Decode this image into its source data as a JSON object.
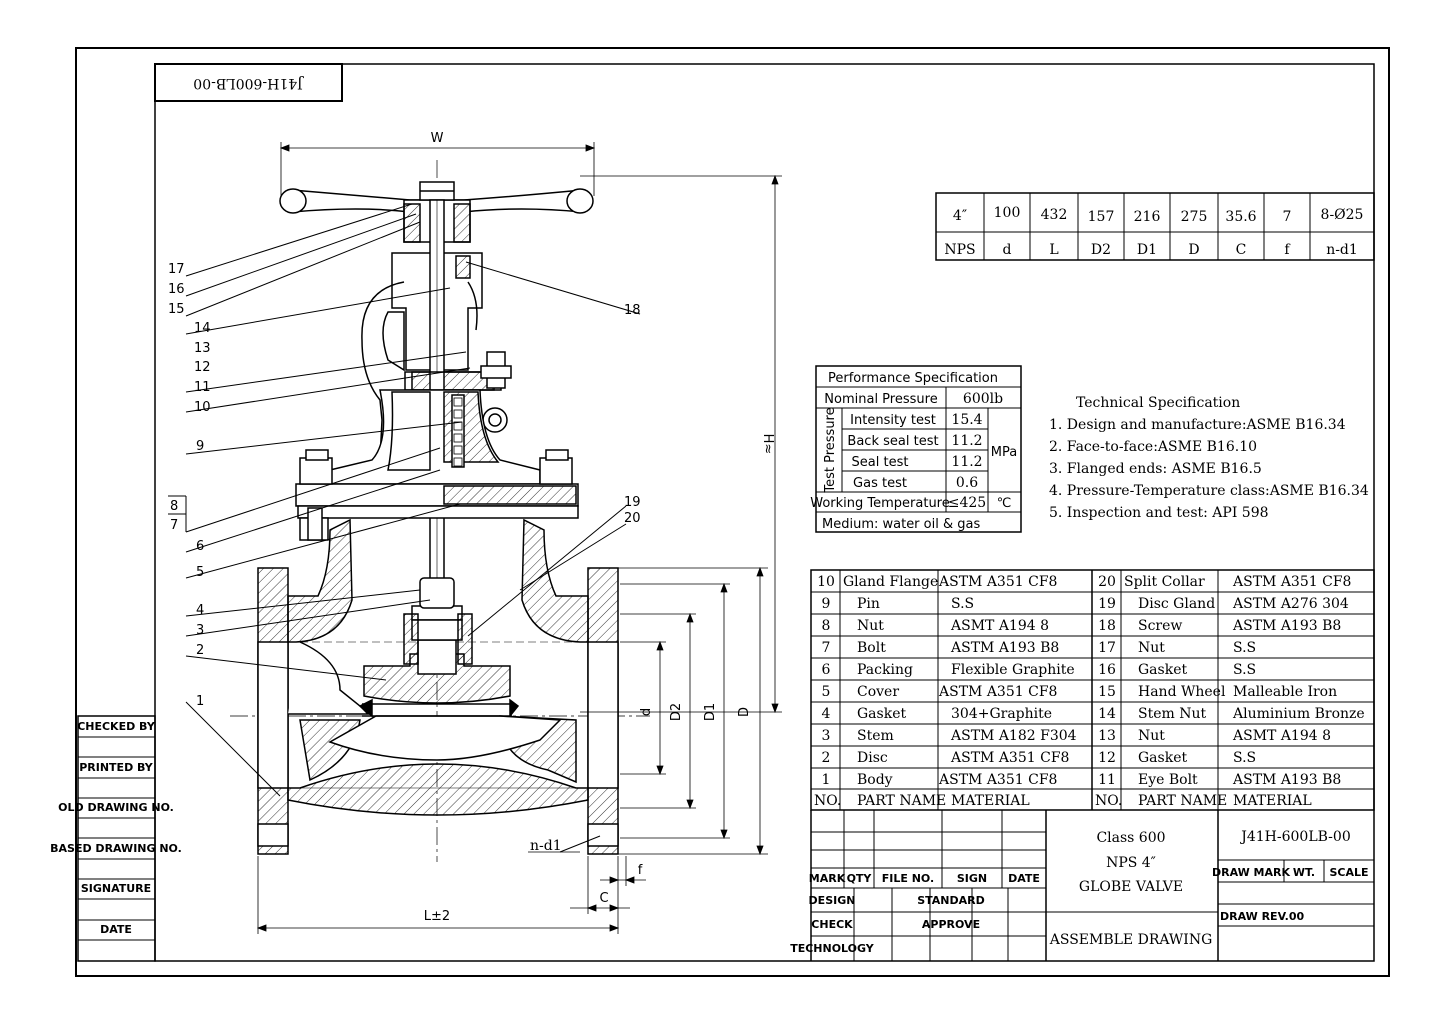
{
  "title_stamp": "J41H-600LB-00",
  "dims": {
    "W": "W",
    "H": "H≈",
    "L": "L±2",
    "d": "d",
    "D2": "D2",
    "D1": "D1",
    "D": "D",
    "f": "f",
    "C": "C",
    "ndl": "n-d1"
  },
  "balloons": [
    "17",
    "16",
    "15",
    "14",
    "13",
    "12",
    "11",
    "10",
    "9",
    "8",
    "7",
    "6",
    "5",
    "4",
    "3",
    "2",
    "1",
    "18",
    "19",
    "20"
  ],
  "dim_table": {
    "values": [
      "4″",
      "100",
      "432",
      "157",
      "216",
      "275",
      "35.6",
      "7",
      "8-Ø25"
    ],
    "headers": [
      "NPS",
      "d",
      "L",
      "D2",
      "D1",
      "D",
      "C",
      "f",
      "n-d1"
    ]
  },
  "performance": {
    "title": "Performance Specification",
    "nominal_label": "Nominal Pressure",
    "nominal_value": "600lb",
    "test_label": "Test Pressure",
    "tests": [
      {
        "name": "Intensity test",
        "value": "15.4"
      },
      {
        "name": "Back seal test",
        "value": "11.2"
      },
      {
        "name": "Seal test",
        "value": "11.2"
      },
      {
        "name": "Gas test",
        "value": "0.6"
      }
    ],
    "unit": "MPa",
    "working_label": "Working Temperature",
    "working_value": "≤425",
    "working_unit": "℃",
    "medium": "Medium: water oil & gas"
  },
  "technical": {
    "title": "Technical Specification",
    "items": [
      "1. Design and manufacture:ASME B16.34",
      "2. Face-to-face:ASME B16.10",
      "3. Flanged ends: ASME B16.5",
      "4. Pressure-Temperature class:ASME B16.34",
      "5. Inspection and test: API 598"
    ]
  },
  "parts_left": [
    {
      "no": "10",
      "name": "Gland Flange",
      "material": "ASTM A351 CF8"
    },
    {
      "no": "9",
      "name": "Pin",
      "material": "S.S"
    },
    {
      "no": "8",
      "name": "Nut",
      "material": "ASMT A194 8"
    },
    {
      "no": "7",
      "name": "Bolt",
      "material": "ASTM A193 B8"
    },
    {
      "no": "6",
      "name": "Packing",
      "material": "Flexible Graphite"
    },
    {
      "no": "5",
      "name": "Cover",
      "material": "ASTM A351 CF8"
    },
    {
      "no": "4",
      "name": "Gasket",
      "material": "304+Graphite"
    },
    {
      "no": "3",
      "name": "Stem",
      "material": "ASTM A182 F304"
    },
    {
      "no": "2",
      "name": "Disc",
      "material": "ASTM A351 CF8"
    },
    {
      "no": "1",
      "name": "Body",
      "material": "ASTM A351 CF8"
    }
  ],
  "parts_right": [
    {
      "no": "20",
      "name": "Split Collar",
      "material": "ASTM A351 CF8"
    },
    {
      "no": "19",
      "name": "Disc Gland",
      "material": "ASTM A276 304"
    },
    {
      "no": "18",
      "name": "Screw",
      "material": "ASTM A193 B8"
    },
    {
      "no": "17",
      "name": "Nut",
      "material": "S.S"
    },
    {
      "no": "16",
      "name": "Gasket",
      "material": "S.S"
    },
    {
      "no": "15",
      "name": "Hand Wheel",
      "material": "Malleable Iron"
    },
    {
      "no": "14",
      "name": "Stem Nut",
      "material": "Aluminium Bronze"
    },
    {
      "no": "13",
      "name": "Nut",
      "material": "ASMT A194 8"
    },
    {
      "no": "12",
      "name": "Gasket",
      "material": "S.S"
    },
    {
      "no": "11",
      "name": "Eye Bolt",
      "material": "ASTM A193 B8"
    }
  ],
  "parts_header": {
    "no": "NO.",
    "name": "PART NAME",
    "material": "MATERIAL"
  },
  "title_block": {
    "mark": "MARK",
    "qty": "QTY",
    "file": "FILE NO.",
    "sign": "SIGN",
    "date": "DATE",
    "design": "DESIGN",
    "check": "CHECK",
    "technology": "TECHNOLOGY",
    "standard": "STANDARD",
    "approve": "APPROVE",
    "desc1": "Class 600",
    "desc2": "NPS 4″",
    "desc3": "GLOBE VALVE",
    "assemble": "ASSEMBLE DRAWING",
    "drawing_no": "J41H-600LB-00",
    "draw_mark": "DRAW MARK",
    "wt": "WT.",
    "scale": "SCALE",
    "draw_rev": "DRAW REV.00"
  },
  "left_strip": [
    "CHECKED BY",
    "PRINTED BY",
    "OLD DRAWING NO.",
    "BASED DRAWING NO.",
    "SIGNATURE",
    "DATE"
  ]
}
